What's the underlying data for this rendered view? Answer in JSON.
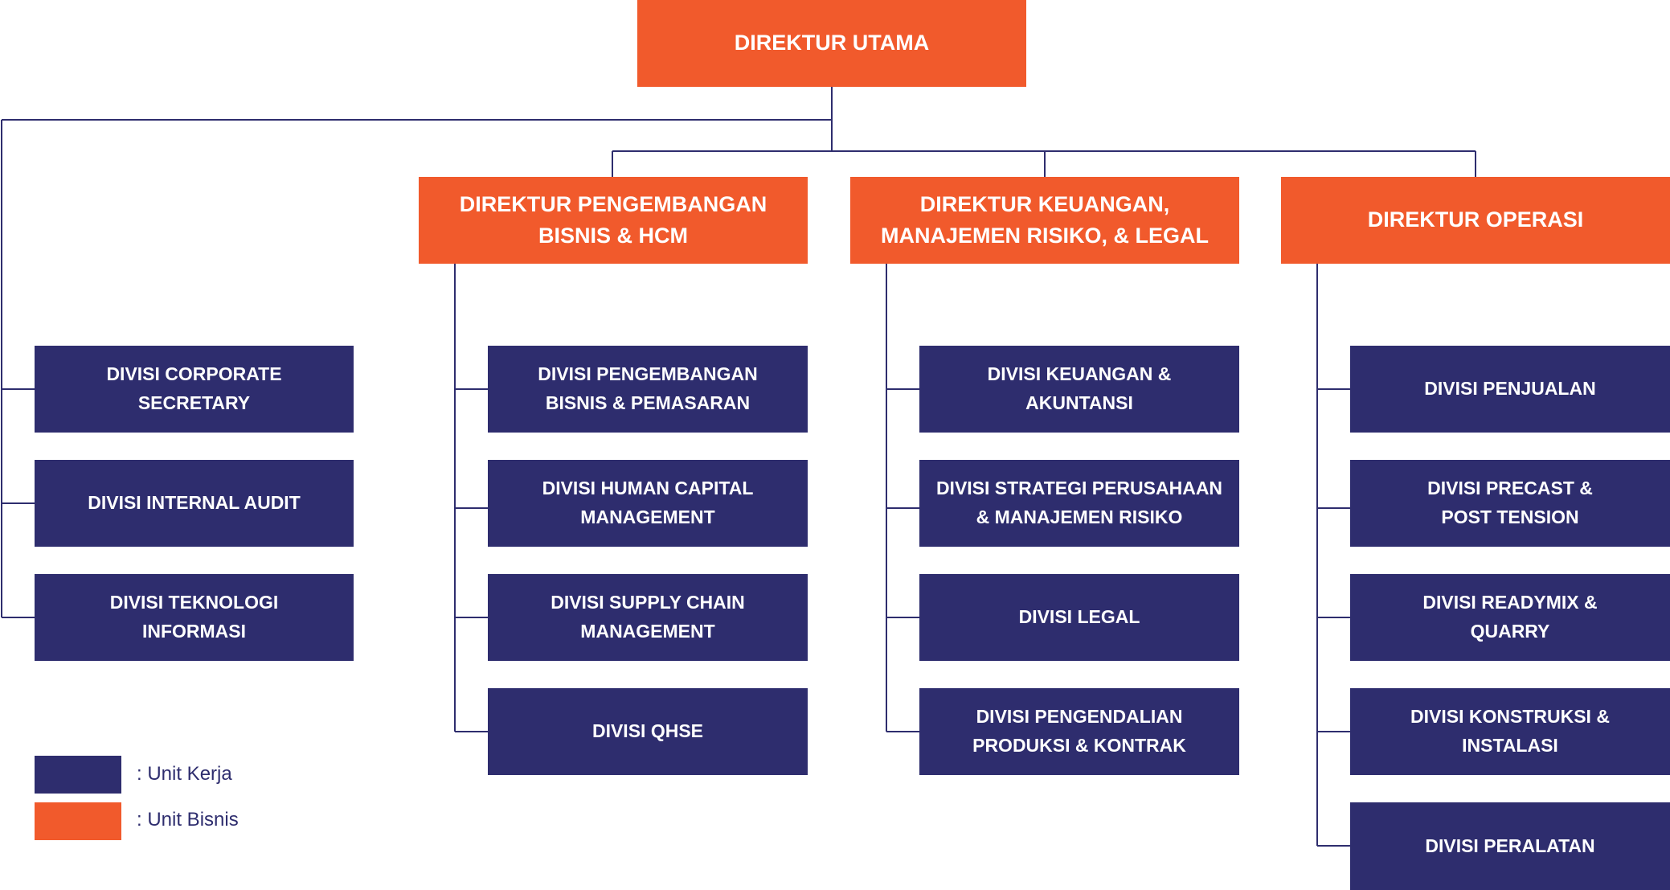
{
  "colors": {
    "unit_bisnis": "#f15a2c",
    "unit_kerja": "#2e2d6e",
    "connector": "#2e2d6e"
  },
  "chart": {
    "ceo": "DIREKTUR UTAMA",
    "direct_divisions": [
      "DIVISI CORPORATE\nSECRETARY",
      "DIVISI INTERNAL AUDIT",
      "DIVISI TEKNOLOGI\nINFORMASI"
    ],
    "directors": [
      {
        "title": "DIREKTUR PENGEMBANGAN\nBISNIS & HCM",
        "divisions": [
          "DIVISI PENGEMBANGAN\nBISNIS & PEMASARAN",
          "DIVISI HUMAN CAPITAL\nMANAGEMENT",
          "DIVISI SUPPLY CHAIN\nMANAGEMENT",
          "DIVISI QHSE"
        ]
      },
      {
        "title": "DIREKTUR KEUANGAN,\nMANAJEMEN RISIKO, & LEGAL",
        "divisions": [
          "DIVISI KEUANGAN &\nAKUNTANSI",
          "DIVISI STRATEGI PERUSAHAAN\n& MANAJEMEN RISIKO",
          "DIVISI LEGAL",
          "DIVISI PENGENDALIAN\nPRODUKSI & KONTRAK"
        ]
      },
      {
        "title": "DIREKTUR OPERASI",
        "divisions": [
          "DIVISI PENJUALAN",
          "DIVISI PRECAST &\nPOST TENSION",
          "DIVISI READYMIX &\nQUARRY",
          "DIVISI KONSTRUKSI &\nINSTALASI",
          "DIVISI PERALATAN"
        ]
      }
    ]
  },
  "legend": {
    "unit_kerja": ":  Unit Kerja",
    "unit_bisnis": ":  Unit Bisnis"
  }
}
